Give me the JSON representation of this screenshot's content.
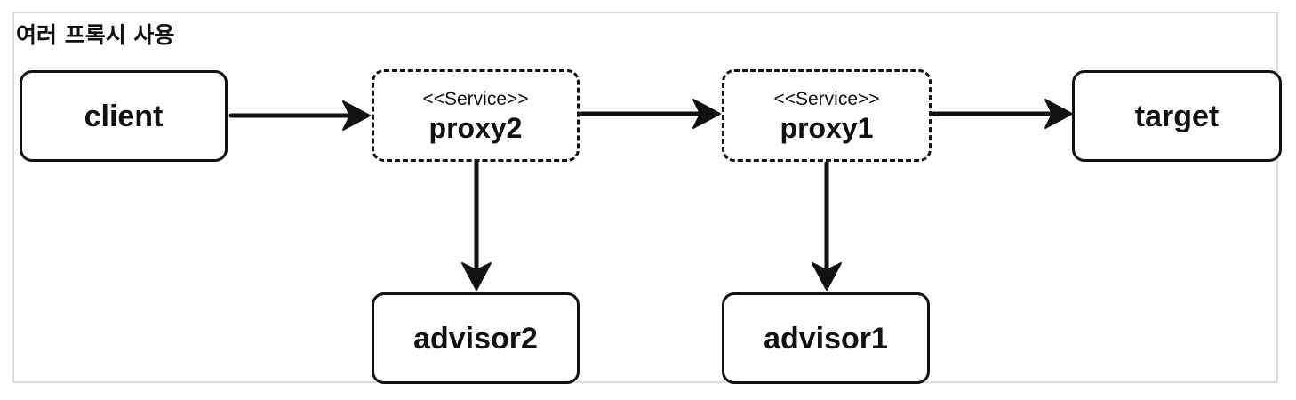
{
  "title": "여러 프록시 사용",
  "nodes": {
    "client": {
      "label": "client"
    },
    "proxy2": {
      "stereotype": "<<Service>>",
      "label": "proxy2"
    },
    "proxy1": {
      "stereotype": "<<Service>>",
      "label": "proxy1"
    },
    "target": {
      "label": "target"
    },
    "advisor2": {
      "label": "advisor2"
    },
    "advisor1": {
      "label": "advisor1"
    }
  },
  "edges": [
    {
      "from": "client",
      "to": "proxy2"
    },
    {
      "from": "proxy2",
      "to": "proxy1"
    },
    {
      "from": "proxy1",
      "to": "target"
    },
    {
      "from": "proxy2",
      "to": "advisor2"
    },
    {
      "from": "proxy1",
      "to": "advisor1"
    }
  ]
}
